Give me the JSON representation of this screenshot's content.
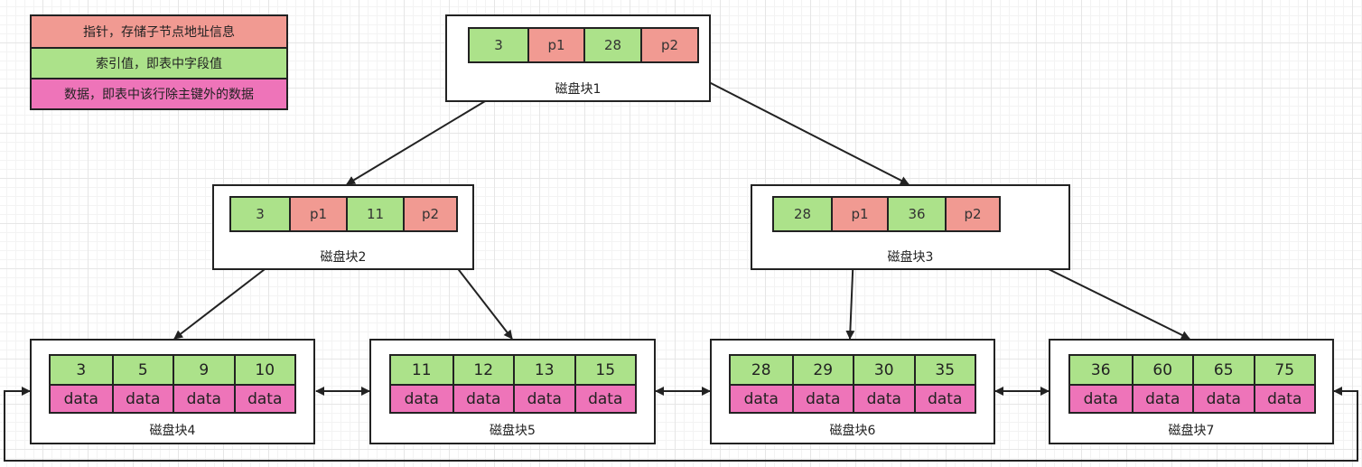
{
  "legend": {
    "pointer": "指针，存储子节点地址信息",
    "key": "索引值，即表中字段值",
    "data": "数据，即表中该行除主键外的数据"
  },
  "colors": {
    "pointer": "#f19a92",
    "key": "#ace28a",
    "data": "#ee74b9"
  },
  "root": {
    "label": "磁盘块1",
    "cells": [
      "3",
      "p1",
      "28",
      "p2"
    ]
  },
  "internal": [
    {
      "label": "磁盘块2",
      "cells": [
        "3",
        "p1",
        "11",
        "p2"
      ]
    },
    {
      "label": "磁盘块3",
      "cells": [
        "28",
        "p1",
        "36",
        "p2"
      ]
    }
  ],
  "leaves": [
    {
      "label": "磁盘块4",
      "keys": [
        "3",
        "5",
        "9",
        "10"
      ],
      "data": [
        "data",
        "data",
        "data",
        "data"
      ]
    },
    {
      "label": "磁盘块5",
      "keys": [
        "11",
        "12",
        "13",
        "15"
      ],
      "data": [
        "data",
        "data",
        "data",
        "data"
      ]
    },
    {
      "label": "磁盘块6",
      "keys": [
        "28",
        "29",
        "30",
        "35"
      ],
      "data": [
        "data",
        "data",
        "data",
        "data"
      ]
    },
    {
      "label": "磁盘块7",
      "keys": [
        "36",
        "60",
        "65",
        "75"
      ],
      "data": [
        "data",
        "data",
        "data",
        "data"
      ]
    }
  ]
}
